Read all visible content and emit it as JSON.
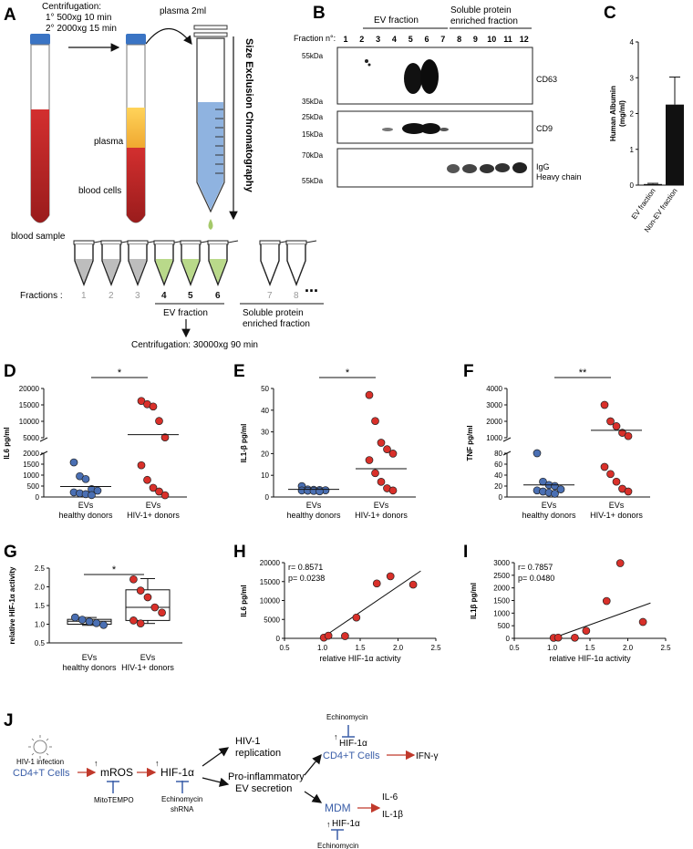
{
  "panels": {
    "A": "A",
    "B": "B",
    "C": "C",
    "D": "D",
    "E": "E",
    "F": "F",
    "G": "G",
    "H": "H",
    "I": "I",
    "J": "J"
  },
  "panel_a": {
    "centrifugation_title": "Centrifugation:",
    "step1": "1° 500xg  10 min",
    "step2": "2° 2000xg  15 min",
    "plasma_volume": "plasma 2ml",
    "sec_label": "Size Exclusion Chromatography",
    "blood_sample": "blood sample",
    "plasma": "plasma",
    "blood_cells": "blood cells",
    "fractions_label": "Fractions :",
    "fractions": [
      "1",
      "2",
      "3",
      "4",
      "5",
      "6",
      "7",
      "8"
    ],
    "ellipsis": "...",
    "ev_fraction": "EV fraction",
    "soluble_line1": "Soluble protein",
    "soluble_line2": "enriched fraction",
    "final_centrifugation": "Centrifugation: 30000xg  90 min"
  },
  "panel_b": {
    "fraction_label": "Fraction n°:",
    "ev_fraction": "EV fraction",
    "soluble_line1": "Soluble protein",
    "soluble_line2": "enriched fraction",
    "lanes": [
      "1",
      "2",
      "3",
      "4",
      "5",
      "6",
      "7",
      "8",
      "9",
      "10",
      "11",
      "12"
    ],
    "blot1_markers": [
      "55kDa",
      "35kDa"
    ],
    "blot1_label": "CD63",
    "blot2_markers": [
      "25kDa",
      "15kDa"
    ],
    "blot2_label": "CD9",
    "blot3_markers": [
      "70kDa",
      "55kDa"
    ],
    "blot3_label1": "IgG",
    "blot3_label2": "Heavy chain"
  },
  "chart_data": [
    {
      "id": "C",
      "type": "bar",
      "ylabel": "Human Albumin (mg/ml)",
      "ylabel1": "Human Albumin",
      "ylabel2": "(mg/ml)",
      "categories": [
        "EV fraction",
        "Non-EV fraction"
      ],
      "values": [
        0.03,
        2.25
      ],
      "errors": [
        0.02,
        0.77
      ],
      "ylim": [
        0,
        4
      ],
      "yticks": [
        "0",
        "1",
        "2",
        "3",
        "4"
      ]
    },
    {
      "id": "D",
      "type": "scatter",
      "ylabel": "IL6 pg/ml",
      "broken_axis": true,
      "categories_line1": [
        "EVs",
        "EVs"
      ],
      "categories_line2": [
        "healthy donors",
        "HIV-1+ donors"
      ],
      "lower_ylim": [
        0,
        2000
      ],
      "upper_ylim": [
        5000,
        20000
      ],
      "yticks": [
        "0",
        "500",
        "1000",
        "1500",
        "2000",
        "5000",
        "10000",
        "15000",
        "20000"
      ],
      "healthy": [
        1580,
        950,
        820,
        360,
        290,
        210,
        170,
        130,
        90
      ],
      "hiv": [
        16200,
        15200,
        14500,
        10100,
        5100,
        1450,
        780,
        420,
        250,
        80
      ],
      "means": [
        480,
        5950
      ],
      "significance": "*"
    },
    {
      "id": "E",
      "type": "scatter",
      "ylabel": "IL1-β pg/ml",
      "categories_line1": [
        "EVs",
        "EVs"
      ],
      "categories_line2": [
        "healthy donors",
        "HIV-1+ donors"
      ],
      "ylim": [
        0,
        50
      ],
      "yticks": [
        "0",
        "10",
        "20",
        "30",
        "40",
        "50"
      ],
      "healthy": [
        5,
        3.5,
        3.3,
        3.2,
        3.1,
        3,
        2.9,
        2.8,
        2.6
      ],
      "hiv": [
        47,
        35,
        25,
        22,
        20,
        17,
        11,
        7,
        4,
        3
      ],
      "means": [
        3.5,
        13
      ],
      "significance": "*"
    },
    {
      "id": "F",
      "type": "scatter",
      "ylabel": "TNF pg/ml",
      "broken_axis": true,
      "categories_line1": [
        "EVs",
        "EVs"
      ],
      "categories_line2": [
        "healthy donors",
        "HIV-1+ donors"
      ],
      "lower_ylim": [
        0,
        80
      ],
      "upper_ylim": [
        1000,
        4000
      ],
      "yticks": [
        "0",
        "20",
        "40",
        "60",
        "80",
        "1000",
        "2000",
        "3000",
        "4000"
      ],
      "healthy": [
        80,
        28,
        22,
        20,
        14,
        12,
        10,
        8,
        6
      ],
      "hiv": [
        3000,
        2000,
        1700,
        1300,
        1100,
        55,
        42,
        28,
        15,
        10
      ],
      "means": [
        22,
        1450
      ],
      "significance": "**"
    },
    {
      "id": "G",
      "type": "box",
      "ylabel": "relative HIF-1α activity",
      "categories_line1": [
        "EVs",
        "EVs"
      ],
      "categories_line2": [
        "healthy donors",
        "HIV-1+ donors"
      ],
      "ylim": [
        0.5,
        2.5
      ],
      "yticks": [
        "0.5",
        "1.0",
        "1.5",
        "2.0",
        "2.5"
      ],
      "healthy": [
        1.18,
        1.12,
        1.07,
        1.03,
        0.98
      ],
      "hiv": [
        2.2,
        1.9,
        1.72,
        1.45,
        1.31,
        1.1,
        1.02
      ],
      "boxes": [
        {
          "min": 0.97,
          "q1": 1.0,
          "median": 1.08,
          "q3": 1.13,
          "max": 1.18
        },
        {
          "min": 1.02,
          "q1": 1.1,
          "median": 1.45,
          "q3": 1.92,
          "max": 2.22
        }
      ],
      "significance": "*"
    },
    {
      "id": "H",
      "type": "scatter",
      "xlabel": "relative HIF-1α activity",
      "ylabel": "IL6 pg/ml",
      "xlim": [
        0.5,
        2.5
      ],
      "ylim": [
        0,
        20000
      ],
      "xticks": [
        "0.5",
        "1.0",
        "1.5",
        "2.0",
        "2.5"
      ],
      "yticks": [
        "0",
        "5000",
        "10000",
        "15000",
        "20000"
      ],
      "x": [
        1.02,
        1.08,
        1.3,
        1.45,
        1.72,
        1.9,
        2.2
      ],
      "y": [
        200,
        700,
        600,
        5500,
        14500,
        16400,
        14200
      ],
      "fit": [
        [
          1.0,
          150
        ],
        [
          2.3,
          17800
        ]
      ],
      "r": "r= 0.8571",
      "p": "p= 0.0238"
    },
    {
      "id": "I",
      "type": "scatter",
      "xlabel": "relative HIF-1α activity",
      "ylabel": "IL1β pg/ml",
      "xlim": [
        0.5,
        2.5
      ],
      "ylim": [
        0,
        3000
      ],
      "xticks": [
        "0.5",
        "1.0",
        "1.5",
        "2.0",
        "2.5"
      ],
      "yticks": [
        "0",
        "500",
        "1000",
        "1500",
        "2000",
        "2500",
        "3000"
      ],
      "x": [
        1.02,
        1.08,
        1.3,
        1.45,
        1.72,
        1.9,
        2.2
      ],
      "y": [
        20,
        30,
        25,
        300,
        1480,
        2980,
        650
      ],
      "fit": [
        [
          1.0,
          0
        ],
        [
          2.3,
          1400
        ]
      ],
      "r": "r= 0.7857",
      "p": "p= 0.0480"
    }
  ],
  "panel_j": {
    "infection": "HIV-1 infection",
    "cd4": "CD4+T Cells",
    "mros": "mROS",
    "mitotempo": "MitoTEMPO",
    "hif": "HIF-1α",
    "echinomycin": "Echinomycin",
    "shrna": "shRNA",
    "replication1": "HIV-1",
    "replication2": "replication",
    "proinflam1": "Pro-inflammatory",
    "proinflam2": "EV secretion",
    "echinomycin_top": "Echinomycin",
    "hif_top": "HIF-1α",
    "cd4_right": "CD4+T Cells",
    "ifn": "IFN-γ",
    "mdm": "MDM",
    "il6": "IL-6",
    "il1b": "IL-1β",
    "hif_bottom": "HIF-1α",
    "echinomycin_bottom": "Echinomycin"
  },
  "colors": {
    "healthy": "#4a6fb3",
    "hiv": "#d9302a",
    "arrow_red": "#c0392b",
    "blue_text": "#3a5ea8",
    "tube_red": "#c62828",
    "plasma": "#f5c040",
    "column": "#8fb3e0",
    "ev_green": "#b9d98a"
  }
}
